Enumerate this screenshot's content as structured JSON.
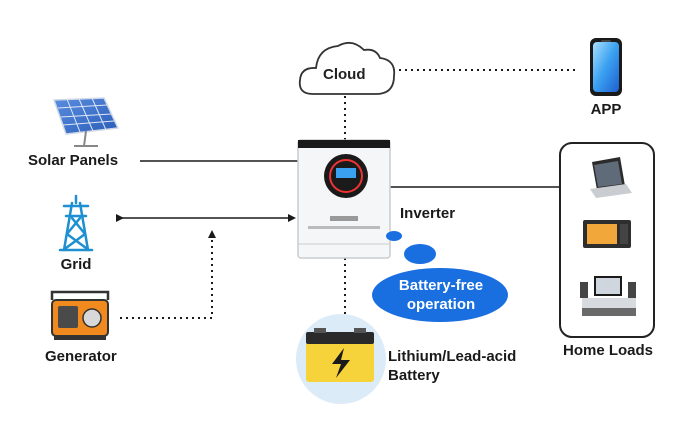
{
  "nodes": {
    "cloud": {
      "label": "Cloud",
      "icon": "cloud-icon"
    },
    "app": {
      "label": "APP",
      "icon": "smartphone-icon"
    },
    "solar": {
      "label": "Solar Panels",
      "icon": "solar-panel-icon"
    },
    "grid": {
      "label": "Grid",
      "icon": "power-tower-icon"
    },
    "generator": {
      "label": "Generator",
      "icon": "generator-icon"
    },
    "inverter": {
      "label": "Inverter",
      "icon": "inverter-icon"
    },
    "battery_free": {
      "label_line1": "Battery-free",
      "label_line2": "operation"
    },
    "battery": {
      "label_line1": "Lithium/Lead-acid",
      "label_line2": "Battery",
      "icon": "battery-icon"
    },
    "home_loads": {
      "label": "Home Loads",
      "icons": [
        "laptop-icon",
        "microwave-icon",
        "tv-icon"
      ]
    }
  },
  "colors": {
    "line": "#1a1a1a",
    "grid_icon": "#1e8fd0",
    "bubble": "#1a6fe0",
    "battery_body": "#f7d33b",
    "battery_bg": "#dcebf8",
    "inverter_body": "#f4f6f8"
  }
}
